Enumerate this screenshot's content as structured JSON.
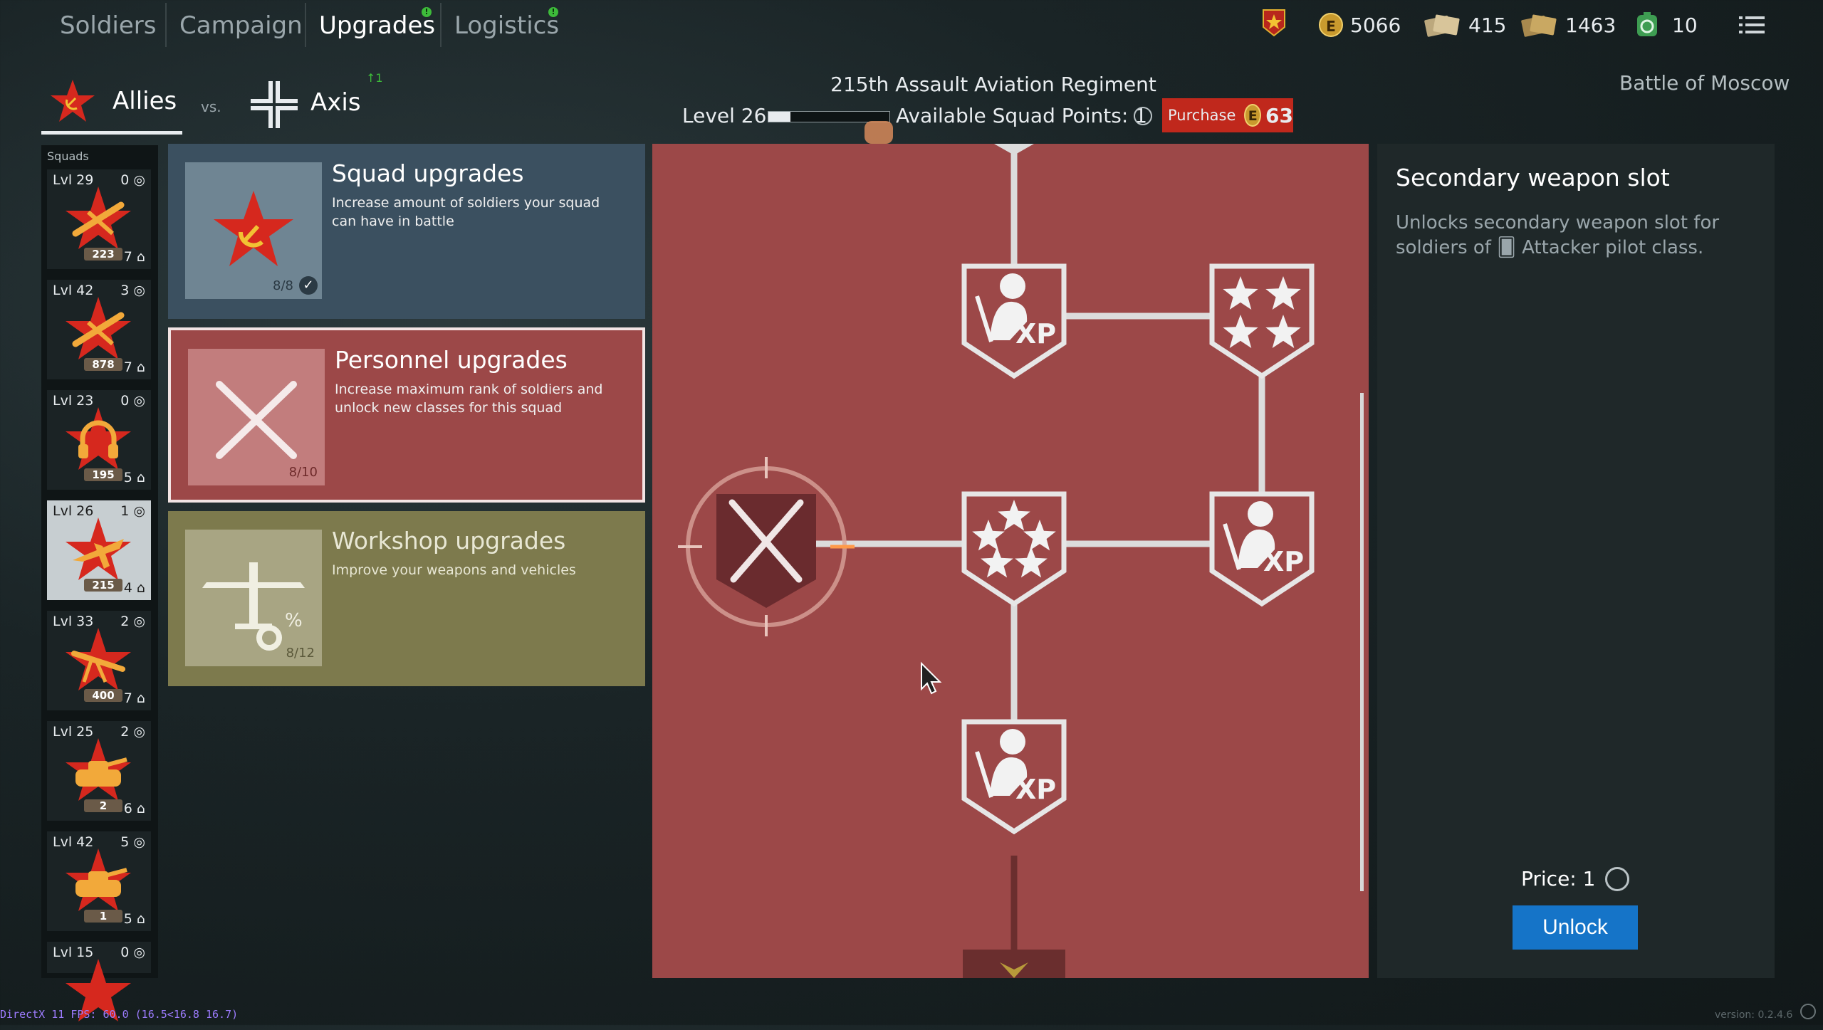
{
  "nav": {
    "tabs": [
      {
        "label": "Soldiers",
        "active": false,
        "alert": false
      },
      {
        "label": "Campaign",
        "active": false,
        "alert": false
      },
      {
        "label": "Upgrades",
        "active": true,
        "alert": true
      },
      {
        "label": "Logistics",
        "active": false,
        "alert": true
      }
    ],
    "alert_symbol": "!"
  },
  "currencies": [
    {
      "icon": "gold-coin-icon",
      "value": "5066"
    },
    {
      "icon": "silver-tickets-icon",
      "value": "415"
    },
    {
      "icon": "gold-tickets-icon",
      "value": "1463"
    },
    {
      "icon": "timer-boost-icon",
      "value": "10"
    }
  ],
  "coin_letter": "E",
  "factions": {
    "allies": "Allies",
    "vs": "vs.",
    "axis": "Axis",
    "axis_badge": "↑1"
  },
  "campaign": "Battle of Moscow",
  "regiment": {
    "name": "215th Assault Aviation Regiment",
    "level_label": "Level 26",
    "level_progress": 0.18,
    "points_label": "Available Squad Points: 1",
    "purchase_label": "Purchase",
    "purchase_price": "63"
  },
  "squads_title": "Squads",
  "squads": [
    {
      "lvl": "Lvl 29",
      "points": "0",
      "count": "223",
      "soldiers": "7",
      "icon": "rifle-icon",
      "selected": false
    },
    {
      "lvl": "Lvl 42",
      "points": "3",
      "count": "878",
      "soldiers": "7",
      "icon": "rifle-icon",
      "selected": false
    },
    {
      "lvl": "Lvl 23",
      "points": "0",
      "count": "195",
      "soldiers": "5",
      "icon": "headset-icon",
      "selected": false
    },
    {
      "lvl": "Lvl 26",
      "points": "1",
      "count": "215",
      "soldiers": "4",
      "icon": "plane-icon",
      "selected": true
    },
    {
      "lvl": "Lvl 33",
      "points": "2",
      "count": "400",
      "soldiers": "7",
      "icon": "machinegun-icon",
      "selected": false
    },
    {
      "lvl": "Lvl 25",
      "points": "2",
      "count": "2",
      "soldiers": "6",
      "icon": "tank-icon",
      "selected": false
    },
    {
      "lvl": "Lvl 42",
      "points": "5",
      "count": "1",
      "soldiers": "5",
      "icon": "tank-icon",
      "selected": false
    },
    {
      "lvl": "Lvl 15",
      "points": "0",
      "count": "",
      "soldiers": "",
      "icon": "star-icon",
      "selected": false
    }
  ],
  "cards": [
    {
      "title": "Squad upgrades",
      "desc": "Increase amount of soldiers your squad can have in battle",
      "progress": "8/8",
      "complete": true,
      "bg": "#3b5060",
      "thumb_bg": "#6f8593"
    },
    {
      "title": "Personnel upgrades",
      "desc": "Increase maximum rank of soldiers and unlock new classes for this squad",
      "progress": "8/10",
      "complete": false,
      "bg": "#9c4848",
      "thumb_bg": "#c27d7d"
    },
    {
      "title": "Workshop upgrades",
      "desc": "Improve your weapons and vehicles",
      "progress": "8/12",
      "complete": false,
      "bg": "#7d7a4d",
      "thumb_bg": "#a8a583"
    }
  ],
  "tree_nodes": [
    {
      "name": "xp-soldier-node-top",
      "icon": "xp-soldier-icon",
      "label": "XP"
    },
    {
      "name": "four-stars-node-top",
      "icon": "four-stars-icon",
      "label": ""
    },
    {
      "name": "five-stars-node",
      "icon": "five-stars-icon",
      "label": ""
    },
    {
      "name": "xp-soldier-node-right",
      "icon": "xp-soldier-icon",
      "label": "XP"
    },
    {
      "name": "xp-soldier-node-bottom",
      "icon": "xp-soldier-icon",
      "label": "XP"
    },
    {
      "name": "crossed-rifles-node-selected",
      "icon": "crossed-rifles-icon",
      "label": ""
    }
  ],
  "detail": {
    "title": "Secondary weapon slot",
    "desc": "Unlocks secondary weapon slot for soldiers of 🂠 Attacker pilot class.",
    "price_label": "Price: 1",
    "unlock_label": "Unlock"
  },
  "footer": {
    "fps": "DirectX 11 FPS: 60.0 (16.5<16.8 16.7)",
    "version": "version: 0.2.4.6"
  },
  "colors": {
    "tree_bg": "#9c4848",
    "unlock_btn": "#1574c8",
    "purchase_btn": "#c0281c",
    "soviet_red": "#d6281e",
    "soviet_gold": "#f2c233"
  }
}
